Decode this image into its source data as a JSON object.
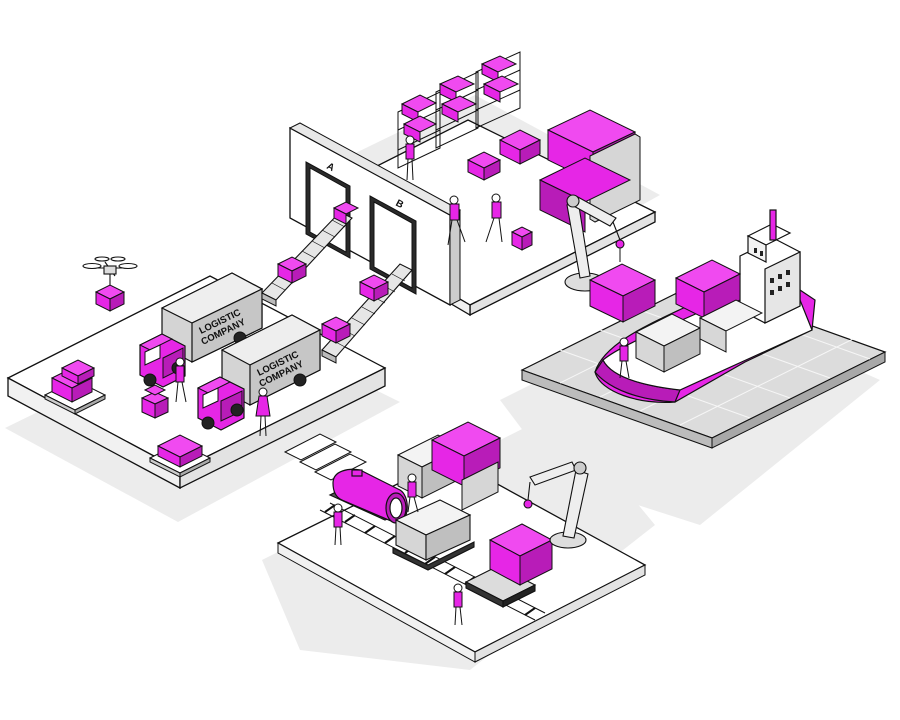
{
  "scene": {
    "title": "",
    "colors": {
      "accent": "#e626e6",
      "accent_dark": "#b81cb8",
      "outline": "#111111",
      "platform": "#ffffff",
      "shadow": "#ececec",
      "grey": "#cfcfcf",
      "grey_dark": "#9a9a9a"
    }
  },
  "warehouse": {
    "gate_a_label": "A",
    "gate_b_label": "B"
  },
  "trucks": [
    {
      "line1": "LOGISTIC",
      "line2": "COMPANY"
    },
    {
      "line1": "LOGISTIC",
      "line2": "COMPANY"
    }
  ],
  "icons": [
    "drone-icon",
    "truck-icon",
    "container-ship-icon",
    "freight-train-icon",
    "robot-arm-icon",
    "conveyor-icon",
    "worker-icon",
    "box-icon",
    "container-icon"
  ]
}
